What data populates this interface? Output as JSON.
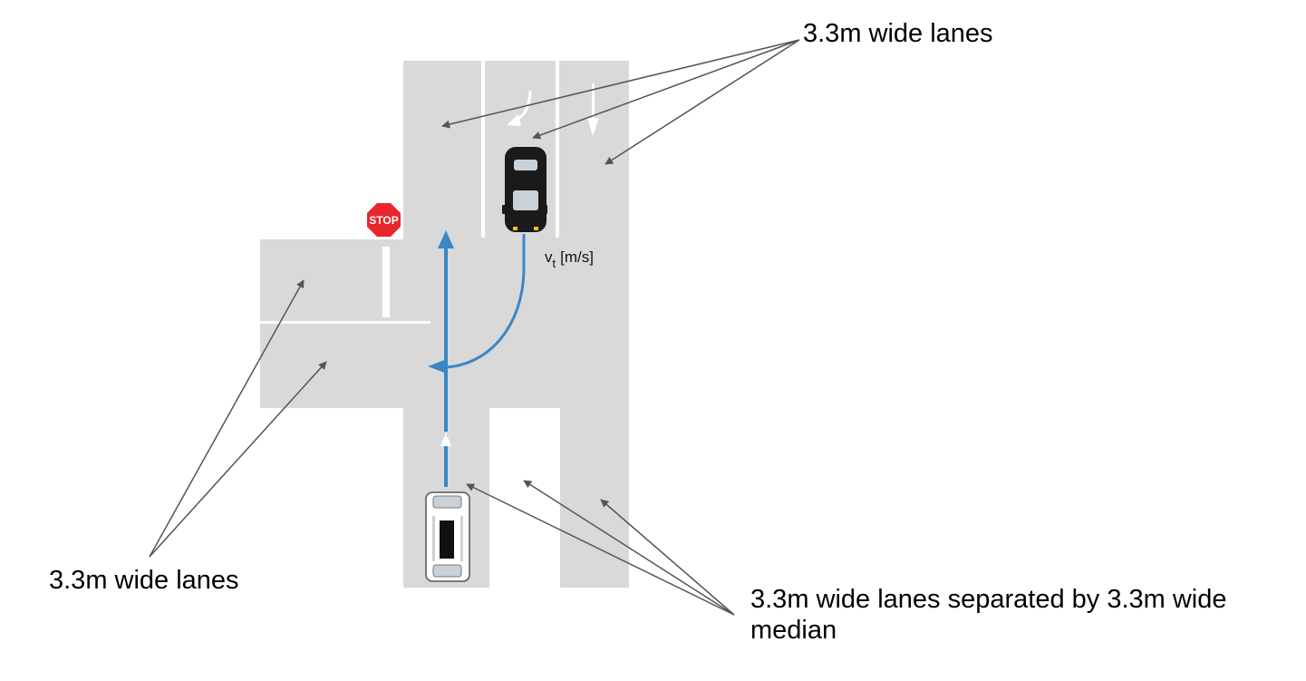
{
  "labels": {
    "top_right": "3.3m wide lanes",
    "left": "3.3m wide lanes",
    "bottom_right": "3.3m wide lanes separated by 3.3m wide median"
  },
  "velocity_label": {
    "symbol": "v",
    "subscript": "t",
    "unit": "[m/s]"
  },
  "stop_sign": {
    "text": "STOP",
    "color": "#e8262b"
  },
  "colors": {
    "road": "#d9d9d9",
    "lane_marking": "#ffffff",
    "path": "#3a87c8",
    "annotation_arrow": "#555555",
    "ego_vehicle": "#ffffff",
    "target_vehicle": "#1a1a1a"
  },
  "icons": {
    "ego_vehicle": "white-car-icon",
    "target_vehicle": "black-car-icon",
    "stop_sign": "stop-sign-icon"
  }
}
